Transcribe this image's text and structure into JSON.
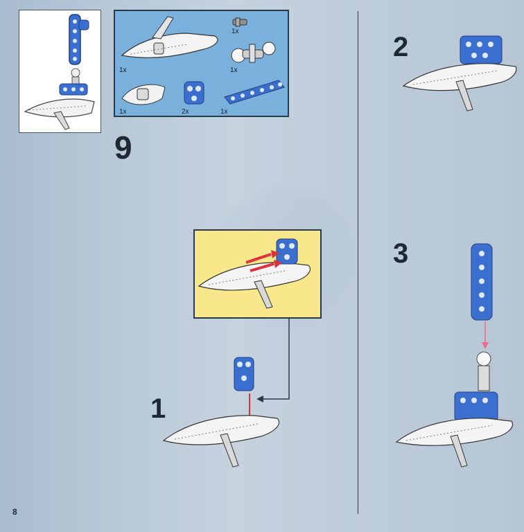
{
  "page": {
    "number": "8",
    "main_step": "9"
  },
  "parts_list": {
    "items": [
      {
        "icon": "white-body-piece-icon",
        "qty": "1x"
      },
      {
        "icon": "small-grey-axle-icon",
        "qty": "1x"
      },
      {
        "icon": "ball-joint-piece-icon",
        "qty": "1x"
      },
      {
        "icon": "white-connector-piece-icon",
        "qty": "1x"
      },
      {
        "icon": "blue-socket-piece-icon",
        "qty": "2x"
      },
      {
        "icon": "blue-liftarm-piece-icon",
        "qty": "1x"
      }
    ]
  },
  "substeps": [
    {
      "number": "1"
    },
    {
      "number": "2"
    },
    {
      "number": "3"
    }
  ],
  "colors": {
    "parts_box_bg": "#79b0dc",
    "callout_bg": "#f8e88b",
    "blue_part": "#3a6fd0",
    "arrow_red": "#e0303c",
    "arrow_pink": "#ef6a8c"
  }
}
